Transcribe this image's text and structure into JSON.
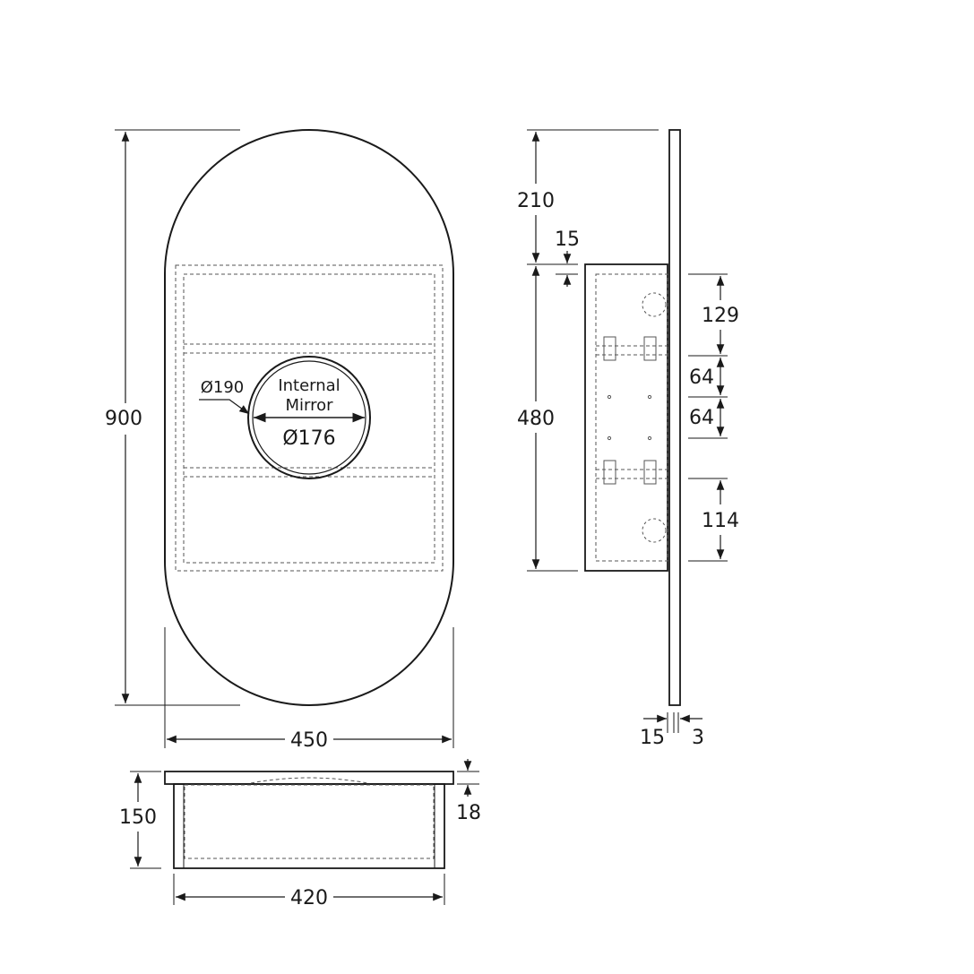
{
  "front_view": {
    "height": "900",
    "width": "450",
    "outer_ring": "Ø190",
    "mirror_label_1": "Internal",
    "mirror_label_2": "Mirror",
    "mirror_diameter": "Ø176"
  },
  "side_view": {
    "top_offset": "210",
    "shelf_offset": "15",
    "cabinet_height": "480",
    "spacing_top": "129",
    "spacing_mid1": "64",
    "spacing_mid2": "64",
    "spacing_bottom": "114",
    "mirror_thickness": "15",
    "backing": "3"
  },
  "top_view": {
    "depth": "150",
    "mirror_depth": "18",
    "cabinet_width": "420"
  },
  "colors": {
    "line": "#1a1a1a",
    "dashed": "#555555"
  }
}
